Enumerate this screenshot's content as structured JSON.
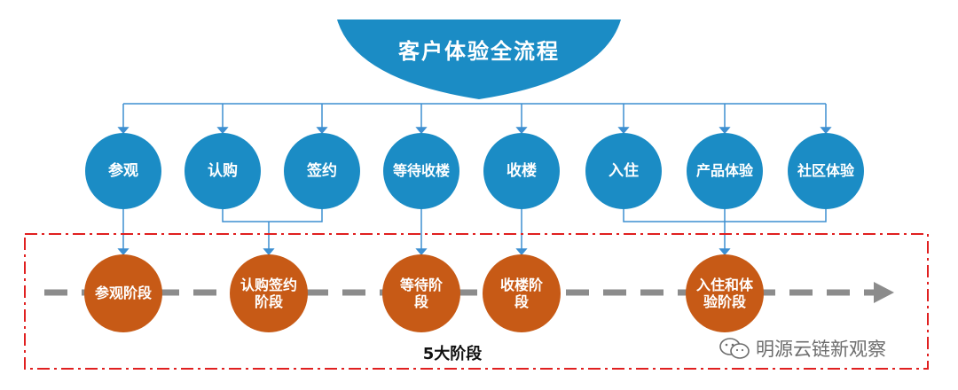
{
  "header": {
    "title": "客户体验全流程"
  },
  "touchpoints": [
    "参观",
    "认购",
    "签约",
    "等待收楼",
    "收楼",
    "入住",
    "产品体验",
    "社区体验"
  ],
  "stages": [
    "参观阶段",
    "认购签约阶段",
    "等待阶段",
    "收楼阶段",
    "入住和体验阶段"
  ],
  "summary": "5大阶段",
  "watermark": "明源云链新观察",
  "colors": {
    "touchpoint": "#1b8cc5",
    "stage": "#c75a16",
    "connector": "#3d8fd1",
    "frame": "#e02020",
    "arrow": "#8c8c8c"
  }
}
